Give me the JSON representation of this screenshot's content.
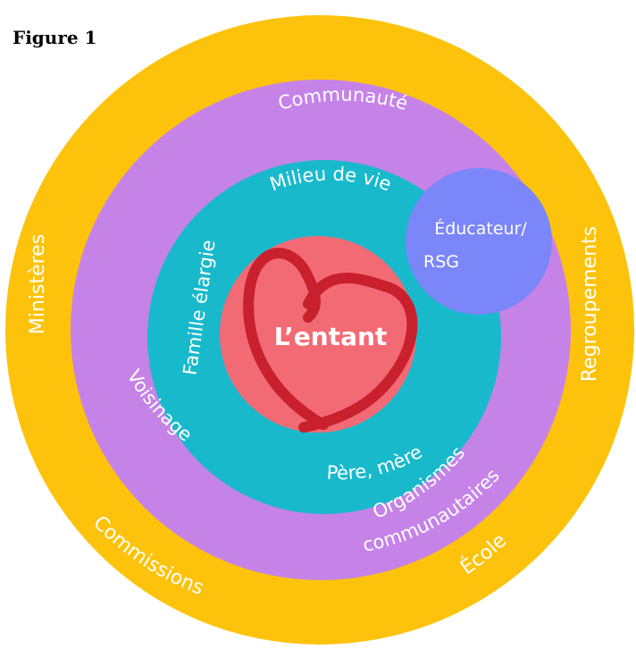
{
  "figure_label": "Figure 1",
  "colors": {
    "outer_ring": "#FDC30C",
    "community_ring": "#C583E8",
    "living_ring": "#19B9CC",
    "child_circle": "#F26B74",
    "educator_circle": "#7B86F8",
    "heart": "#C8202D",
    "text": "#FFFFFF"
  },
  "icons": [
    "heart-icon"
  ],
  "rings": {
    "outer": {
      "title": "Programmes et mesures",
      "left": "Ministères",
      "right": "Regroupements",
      "bottom_left": "Commissions",
      "bottom_right": "École"
    },
    "community": {
      "title": "Communauté",
      "left": "Voisinage",
      "bottom_right_line1": "Organismes",
      "bottom_right_line2": "communautaires"
    },
    "living": {
      "title": "Milieu de vie",
      "left": "Famille élargie",
      "bottom": "Père, mère"
    }
  },
  "educator": {
    "line1": "Éducateur/",
    "line2": "RSG"
  },
  "center": {
    "label": "L’entant"
  }
}
